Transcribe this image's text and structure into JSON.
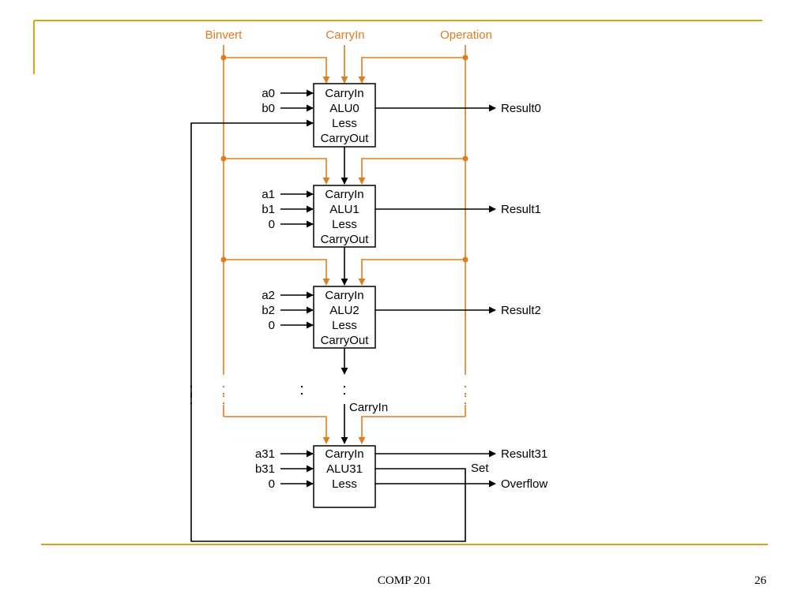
{
  "colors": {
    "accent": "#D9A21B",
    "signal": "#E07B1E",
    "line": "#000000"
  },
  "control_signals": {
    "binvert": "Binvert",
    "carry_in": "CarryIn",
    "operation": "Operation"
  },
  "alus": [
    {
      "name": "ALU0",
      "in_a": "a0",
      "in_b": "b0",
      "in_less": "",
      "result": "Result0",
      "ports": [
        "CarryIn",
        "ALU0",
        "Less",
        "CarryOut"
      ]
    },
    {
      "name": "ALU1",
      "in_a": "a1",
      "in_b": "b1",
      "in_less": "0",
      "result": "Result1",
      "ports": [
        "CarryIn",
        "ALU1",
        "Less",
        "CarryOut"
      ]
    },
    {
      "name": "ALU2",
      "in_a": "a2",
      "in_b": "b2",
      "in_less": "0",
      "result": "Result2",
      "ports": [
        "CarryIn",
        "ALU2",
        "Less",
        "CarryOut"
      ]
    },
    {
      "name": "ALU31",
      "in_a": "a31",
      "in_b": "b31",
      "in_less": "0",
      "result": "Result31",
      "ports": [
        "CarryIn",
        "ALU31",
        "Less"
      ]
    }
  ],
  "carry_in_label": "CarryIn",
  "set_label": "Set",
  "overflow_label": "Overflow",
  "ellipsis": ":",
  "footer": {
    "course": "COMP 201",
    "page": "26"
  }
}
